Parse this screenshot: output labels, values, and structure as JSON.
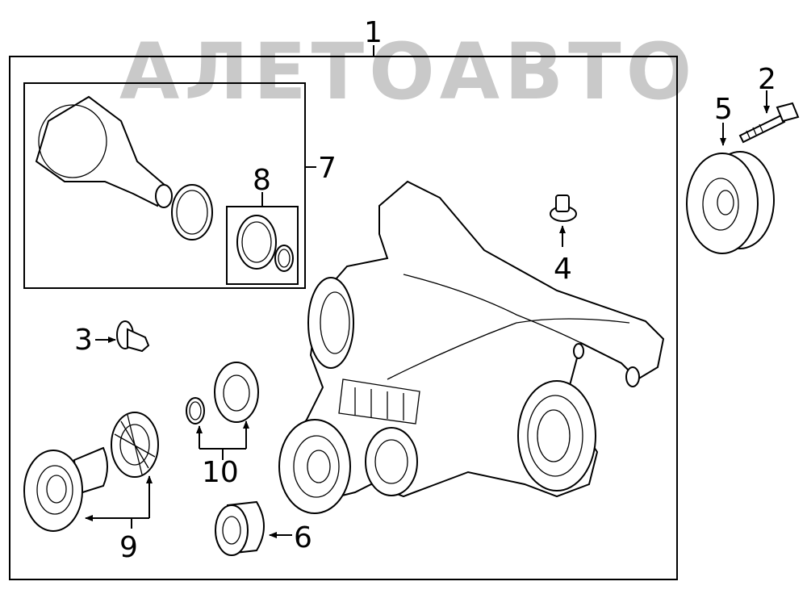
{
  "watermark": {
    "text": "АЛЕТОАВТО"
  },
  "callouts": [
    {
      "id": "1",
      "label": "1"
    },
    {
      "id": "2",
      "label": "2"
    },
    {
      "id": "3",
      "label": "3"
    },
    {
      "id": "4",
      "label": "4"
    },
    {
      "id": "5",
      "label": "5"
    },
    {
      "id": "6",
      "label": "6"
    },
    {
      "id": "7",
      "label": "7"
    },
    {
      "id": "8",
      "label": "8"
    },
    {
      "id": "9",
      "label": "9"
    },
    {
      "id": "10",
      "label": "10"
    }
  ]
}
